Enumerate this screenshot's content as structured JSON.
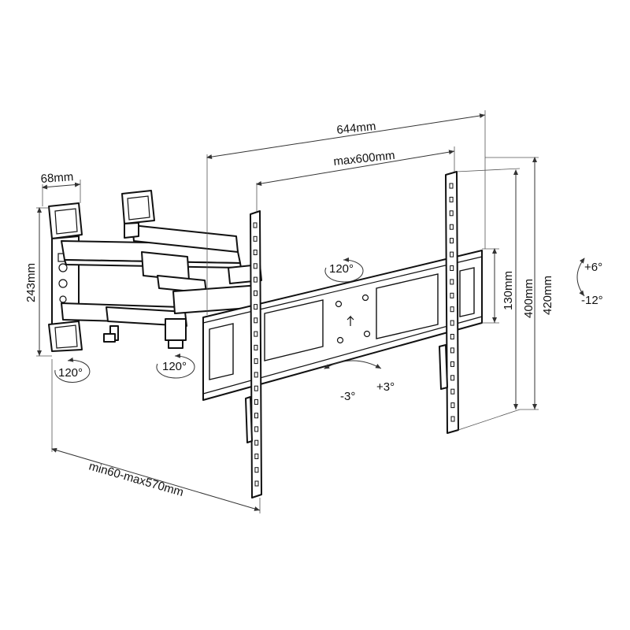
{
  "diagram": {
    "dimensions": {
      "width_outer": "644mm",
      "width_inner": "max600mm",
      "wall_plate_depth": "68mm",
      "wall_plate_height": "243mm",
      "frame_height": "130mm",
      "height_inner": "400mm",
      "height_outer": "420mm",
      "extension": "min60-max570mm"
    },
    "angles": {
      "swivel_arm_left": "120°",
      "swivel_arm_mid": "120°",
      "swivel_head": "120°",
      "rotate_minus": "-3°",
      "rotate_plus": "+3°",
      "tilt_up": "+6°",
      "tilt_down": "-12°"
    }
  }
}
